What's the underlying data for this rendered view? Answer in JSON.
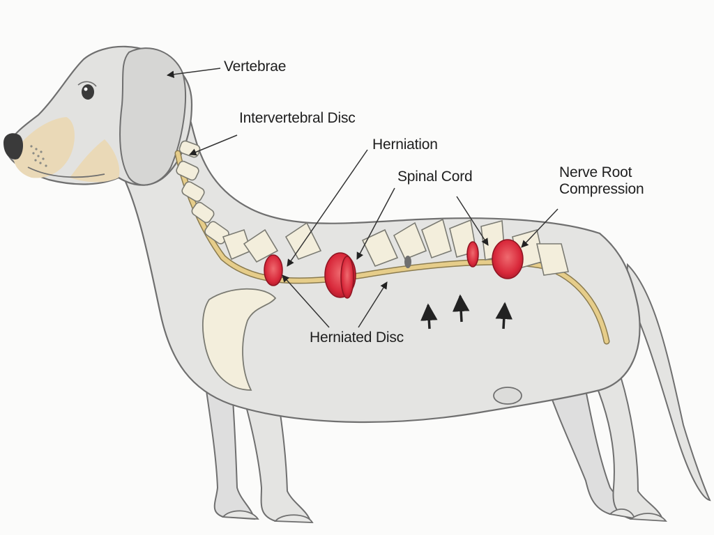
{
  "labels": {
    "vertebrae": "Vertebrae",
    "intervertebral_disc": "Intervertebral Disc",
    "herniation": "Herniation",
    "spinal_cord": "Spinal Cord",
    "nerve_root_line1": "Nerve Root",
    "nerve_root_line2": "Compression",
    "herniated_disc": "Herniated Disc"
  },
  "colors": {
    "body_fill": "#e4e4e2",
    "outline": "#6f6f6f",
    "bone": "#f3eedc",
    "spinal_cord": "#e6cd8a",
    "herniated_disc": "#d8283a",
    "muzzle_tan": "#ead9b7"
  }
}
